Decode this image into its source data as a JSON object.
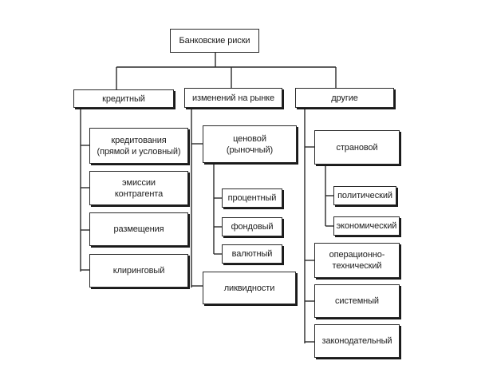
{
  "root": {
    "label": "Банковские риски"
  },
  "categories": {
    "credit": {
      "label": "кредитный"
    },
    "market": {
      "label": "изменений на рынке"
    },
    "other": {
      "label": "другие"
    }
  },
  "credit_items": {
    "lending": {
      "label": "кредитования\n(прямой и условный)"
    },
    "issue": {
      "label": "эмиссии\nконтрагента"
    },
    "placement": {
      "label": "размещения"
    },
    "clearing": {
      "label": "клиринговый"
    }
  },
  "market_items": {
    "price": {
      "label": "ценовой\n(рыночный)"
    },
    "interest": {
      "label": "процентный"
    },
    "stock": {
      "label": "фондовый"
    },
    "currency": {
      "label": "валютный"
    },
    "liquidity": {
      "label": "ликвидности"
    }
  },
  "other_items": {
    "country": {
      "label": "страновой"
    },
    "political": {
      "label": "политический"
    },
    "economic": {
      "label": "экономический"
    },
    "operational": {
      "label": "операционно-\nтехнический"
    },
    "systemic": {
      "label": "системный"
    },
    "legislative": {
      "label": "законодательный"
    }
  }
}
